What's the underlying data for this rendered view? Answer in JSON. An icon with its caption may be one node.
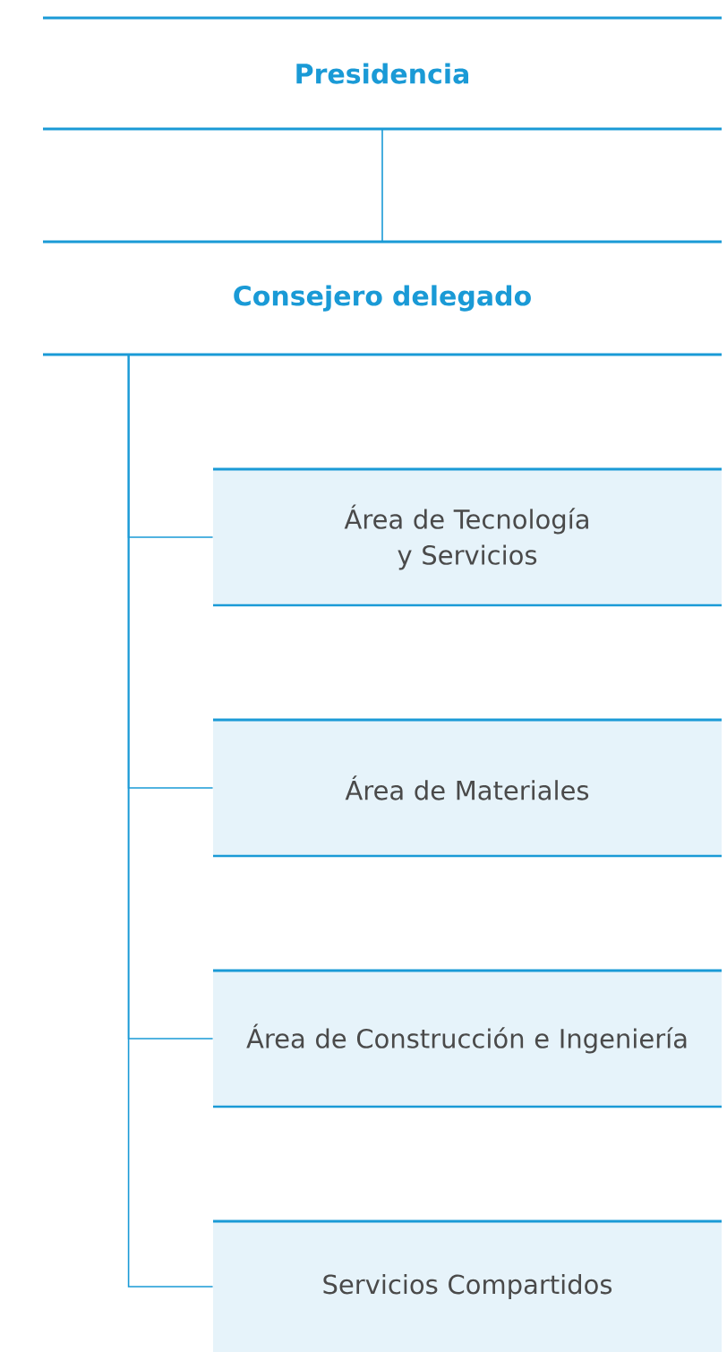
{
  "diagram": {
    "nodes": [
      {
        "text": [
          "Presidencia"
        ]
      },
      {
        "text": [
          "Consejero delegado"
        ]
      },
      {
        "text": [
          "Área de Tecnología y Servicios"
        ]
      },
      {
        "text": [
          "Área de Materiales"
        ]
      },
      {
        "text": [
          "Área de Construcción e Ingeniería"
        ]
      },
      {
        "text": [
          "Servicios Compartidos"
        ]
      }
    ],
    "edges": [
      {
        "from": 0,
        "to": 1,
        "arrow": "none"
      },
      {
        "from": 1,
        "to": 2,
        "arrow": "none"
      },
      {
        "from": 1,
        "to": 3,
        "arrow": "none"
      },
      {
        "from": 1,
        "to": 4,
        "arrow": "none"
      },
      {
        "from": 1,
        "to": 5,
        "arrow": "none"
      }
    ]
  }
}
